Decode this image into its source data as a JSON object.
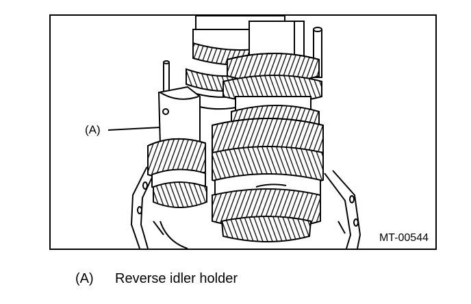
{
  "figure": {
    "id_code": "MT-00544",
    "callout": "(A)"
  },
  "legend": {
    "items": [
      {
        "key": "(A)",
        "description": "Reverse idler holder"
      }
    ]
  },
  "icons": {
    "illustration": "transmission-gear-assembly-illustration"
  }
}
